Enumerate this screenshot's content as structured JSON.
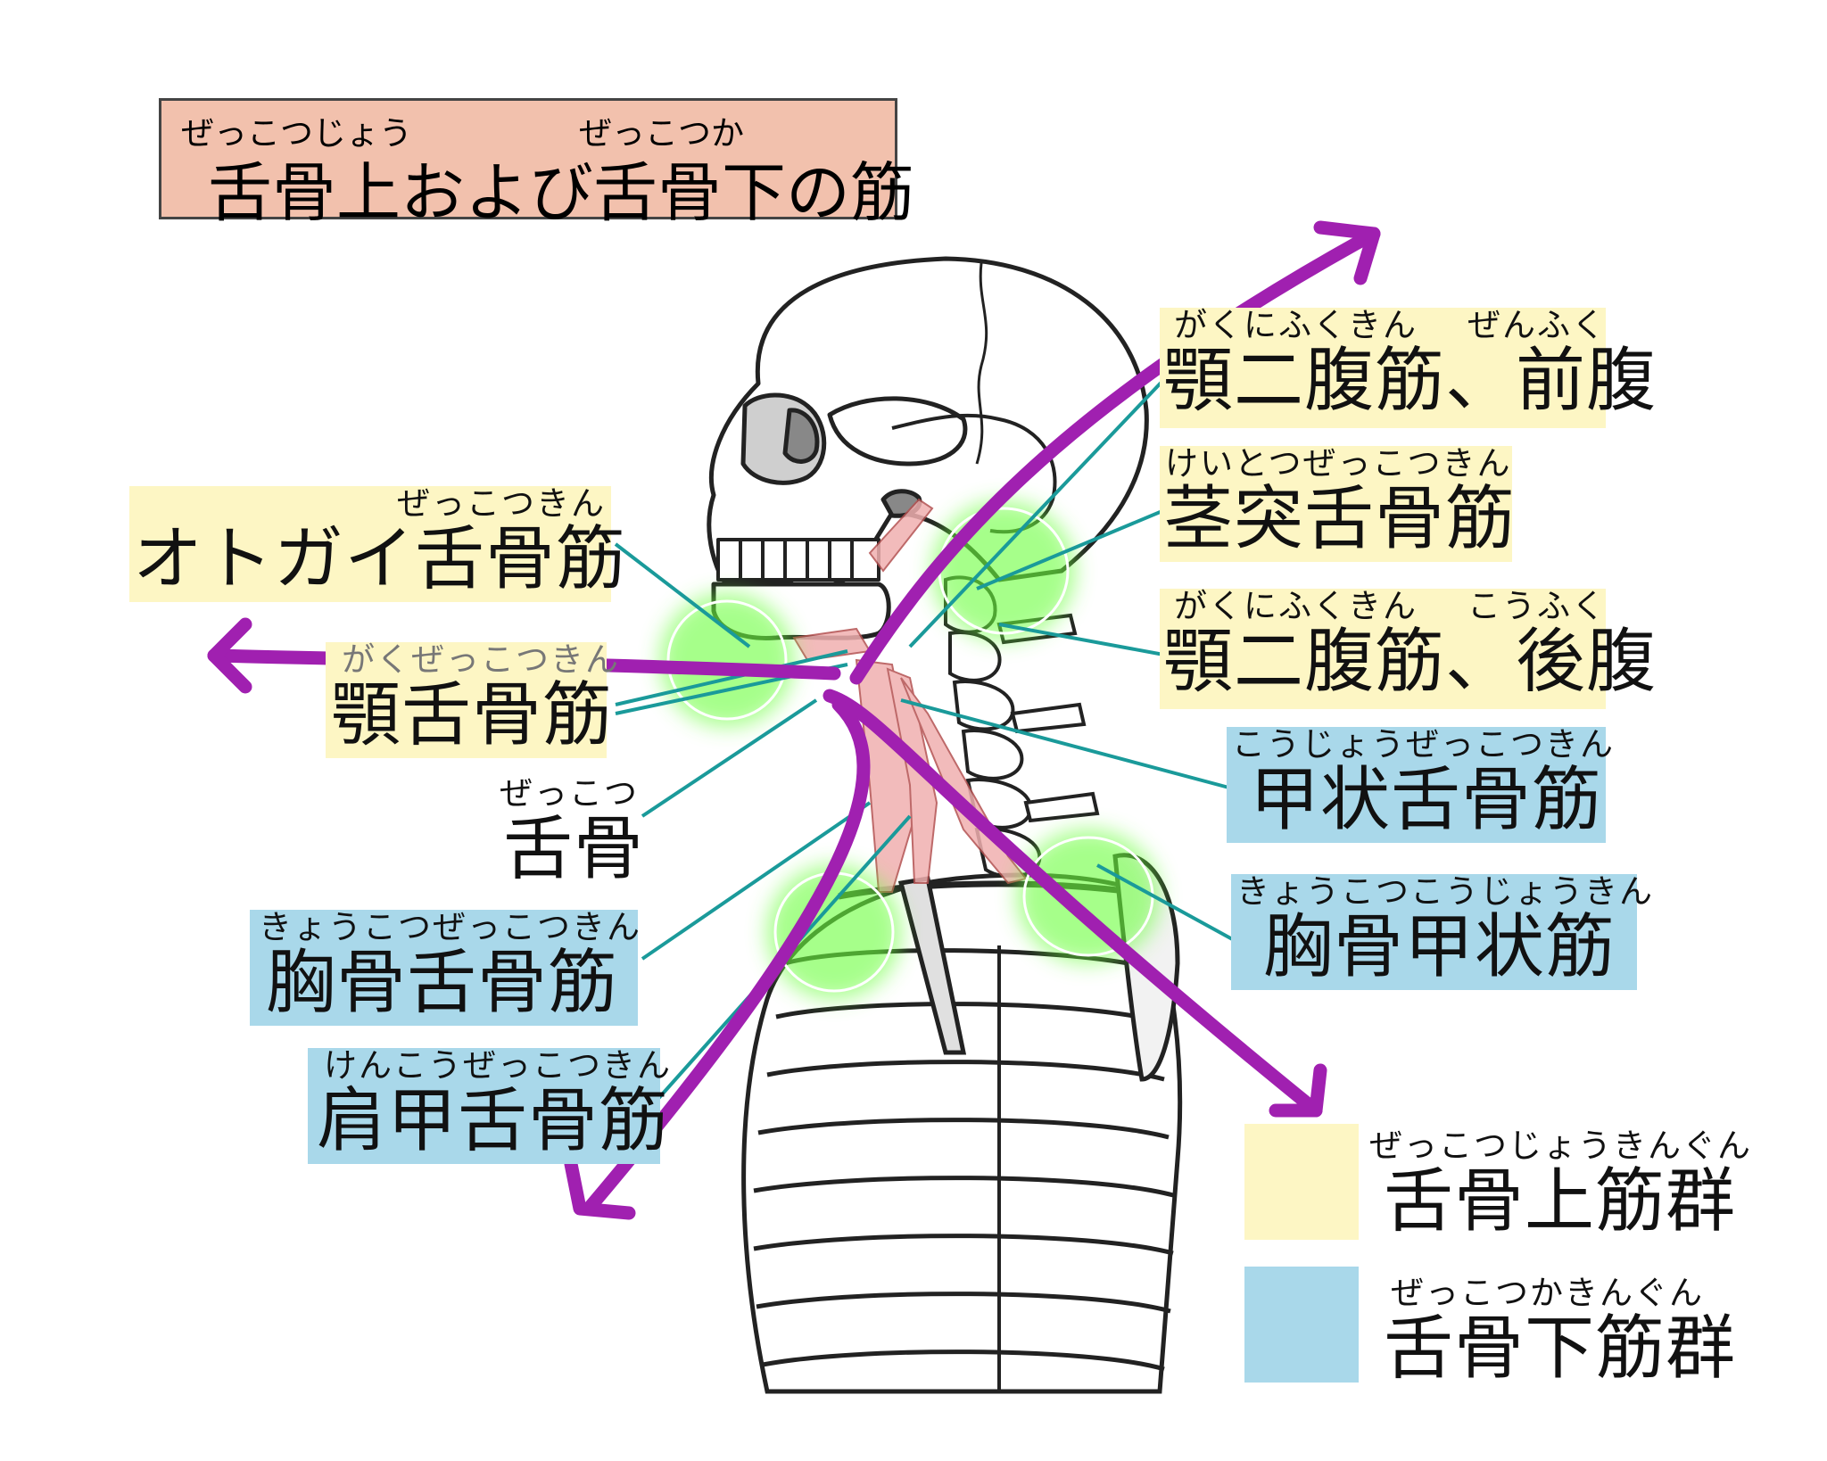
{
  "title": {
    "furigana_left": "ぜっこつじょう",
    "furigana_right": "ぜっこつか",
    "text": "舌骨上および舌骨下の筋"
  },
  "labels": {
    "otogai": {
      "furigana": "ぜっこつきん",
      "text": "オトガイ舌骨筋"
    },
    "gakuzekkotsu": {
      "furigana": "がくぜっこつきん",
      "text": "顎舌骨筋"
    },
    "zekkotsu": {
      "furigana": "ぜっこつ",
      "text": "舌骨"
    },
    "kyoukotsuzekkotsu": {
      "furigana": "きょうこつぜっこつきん",
      "text": "胸骨舌骨筋"
    },
    "kenkouzekkotsu": {
      "furigana": "けんこうぜっこつきん",
      "text": "肩甲舌骨筋"
    },
    "gakunifuku_zen": {
      "furigana_left": "がくにふくきん",
      "furigana_right": "ぜんふく",
      "text": "顎二腹筋、前腹"
    },
    "keitotsu": {
      "furigana": "けいとつぜっこつきん",
      "text": "茎突舌骨筋"
    },
    "gakunifuku_kou": {
      "furigana_left": "がくにふくきん",
      "furigana_right": "こうふく",
      "text": "顎二腹筋、後腹"
    },
    "koujouzekkotsu": {
      "furigana": "こうじょうぜっこつきん",
      "text": "甲状舌骨筋"
    },
    "kyoukotsukoujou": {
      "furigana": "きょうこつこうじょうきん",
      "text": "胸骨甲状筋"
    }
  },
  "legend": {
    "supra": {
      "furigana": "ぜっこつじょうきんぐん",
      "text": "舌骨上筋群",
      "color": "#fdf6c4"
    },
    "infra": {
      "furigana": "ぜっこつかきんぐん",
      "text": "舌骨下筋群",
      "color": "#a9d8ea"
    }
  },
  "colors": {
    "title_bg": "#f2c1ad",
    "suprahyoid": "#fdf6c4",
    "infrahyoid": "#a9d8ea",
    "arrow": "#a020b0",
    "leader_line": "#1a9a9a",
    "highlight_glow": "#6cff3c",
    "muscle": "#e89a9a"
  }
}
